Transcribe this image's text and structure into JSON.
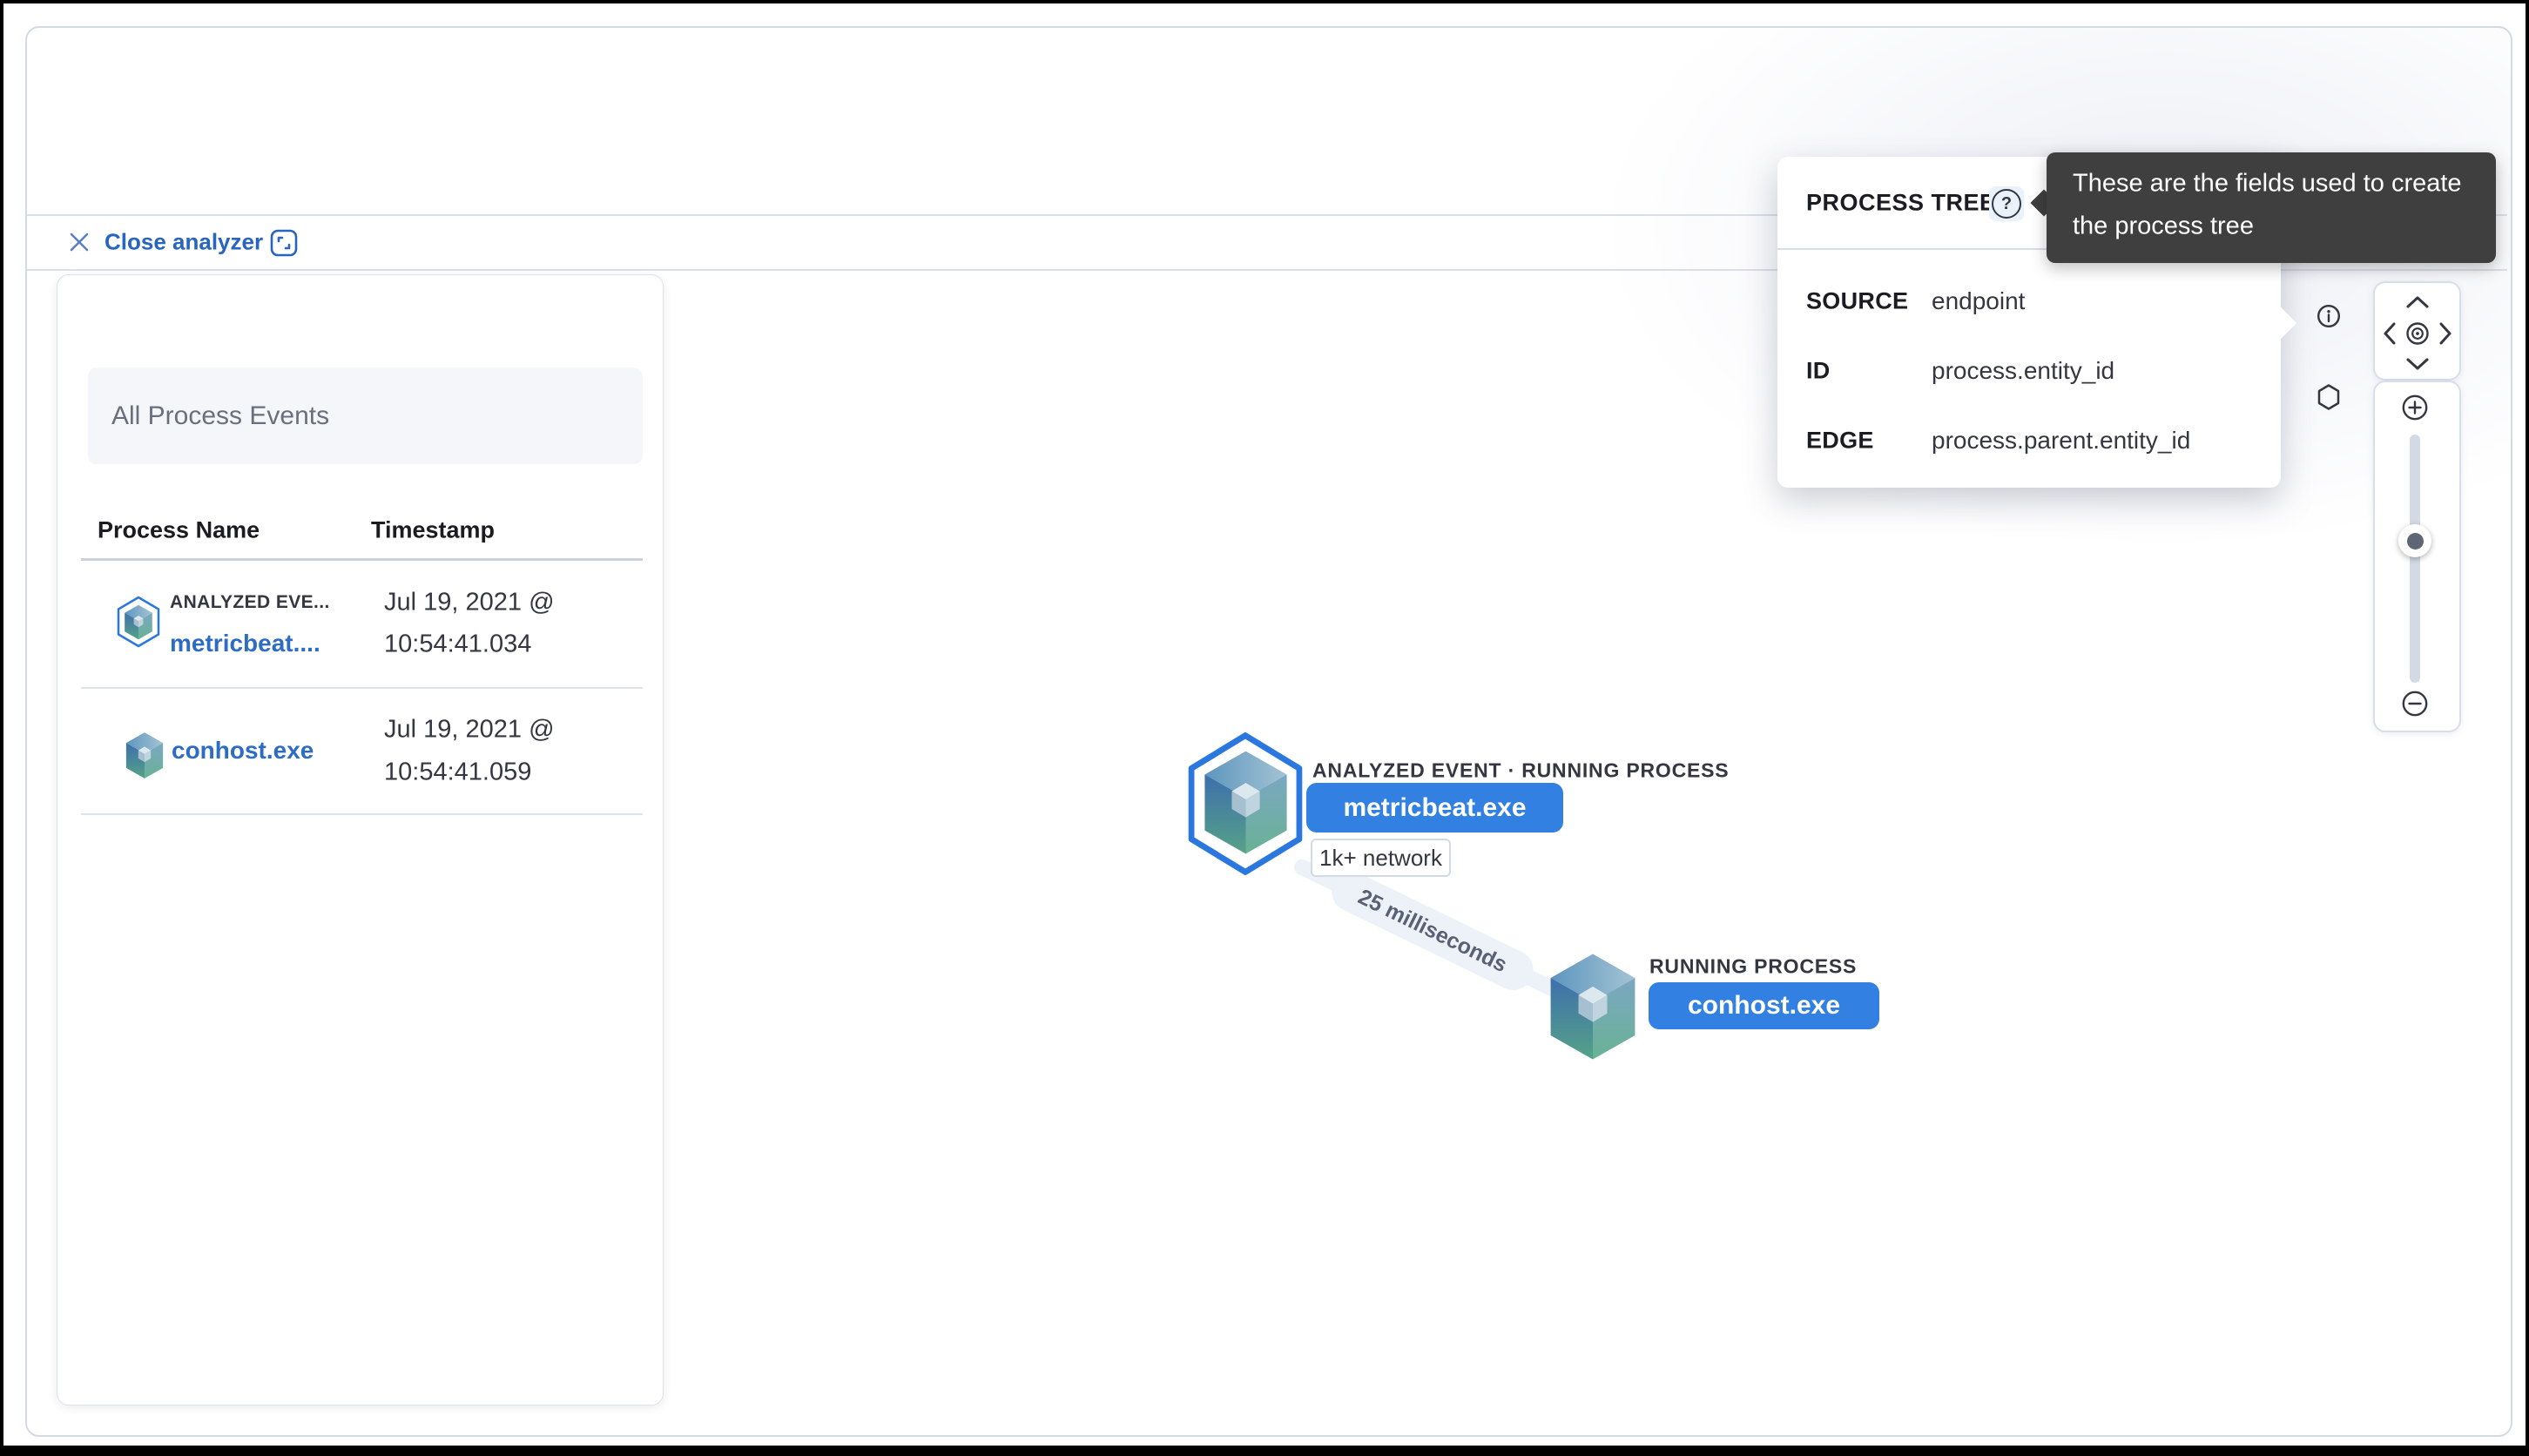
{
  "toolbar": {
    "close_label": "Close analyzer"
  },
  "left_panel": {
    "title": "All Process Events",
    "columns": {
      "name": "Process Name",
      "timestamp": "Timestamp"
    },
    "rows": [
      {
        "badge": "ANALYZED EVE...",
        "name": "metricbeat....",
        "timestamp_line1": "Jul 19, 2021 @",
        "timestamp_line2": "10:54:41.034",
        "icon": "cube-in-hexagon-icon"
      },
      {
        "badge": "",
        "name": "conhost.exe",
        "timestamp_line1": "Jul 19, 2021 @",
        "timestamp_line2": "10:54:41.059",
        "icon": "cube-icon"
      }
    ]
  },
  "graph": {
    "origin_node": {
      "kind": "ANALYZED EVENT · RUNNING PROCESS",
      "name": "metricbeat.exe",
      "badge": "1k+ network"
    },
    "child_node": {
      "kind": "RUNNING PROCESS",
      "name": "conhost.exe"
    },
    "edge_label": "25 milliseconds"
  },
  "process_tree_popup": {
    "title": "PROCESS TREE",
    "help_icon": "?",
    "fields": [
      {
        "label": "SOURCE",
        "value": "endpoint"
      },
      {
        "label": "ID",
        "value": "process.entity_id"
      },
      {
        "label": "EDGE",
        "value": "process.parent.entity_id"
      }
    ]
  },
  "tooltip": {
    "line1": "These are the fields used to create",
    "line2": "the process tree"
  },
  "colors": {
    "accent_blue": "#2b77e0",
    "pill_blue": "#3180e2",
    "link_blue": "#2e6cc4",
    "tooltip_bg": "#3f3f3f",
    "panel_border": "#d3dae6",
    "text_dark": "#1a1c21",
    "text_mid": "#343741",
    "text_gray": "#69707d",
    "edge_band": "#edf1f8"
  }
}
